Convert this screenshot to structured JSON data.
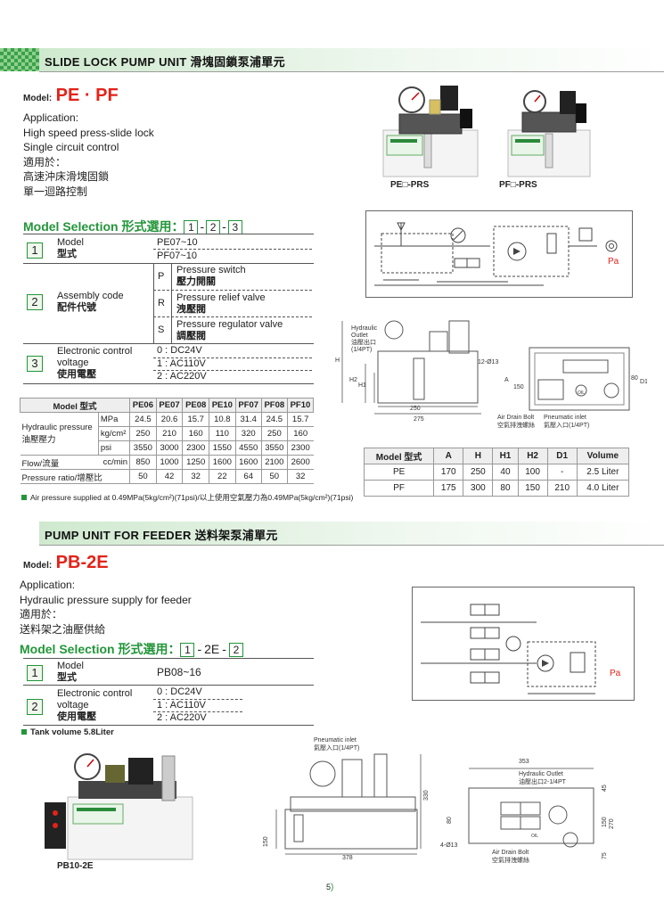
{
  "section1": {
    "title": "SLIDE LOCK PUMP UNIT 滑塊固鎖泵浦單元",
    "model_label": "Model:",
    "model_value": "PE · PF",
    "application_lines": [
      "Application:",
      "High speed press-slide lock",
      "Single circuit control",
      "適用於：",
      "高速沖床滑塊固鎖",
      "單一迴路控制"
    ],
    "photo_captions": [
      "PE□-PRS",
      "PF□-PRS"
    ],
    "model_selection": {
      "title": "Model Selection 形式選用：",
      "boxes": [
        "1",
        "2",
        "3"
      ],
      "sep": "-",
      "rows": [
        {
          "num": "1",
          "label": [
            "Model",
            "型式"
          ],
          "options": [
            "PE07~10",
            "PF07~10"
          ]
        },
        {
          "num": "2",
          "label": [
            "Assembly code",
            "配件代號"
          ],
          "codes": [
            {
              "code": "P",
              "text": [
                "Pressure switch",
                "壓力開關"
              ]
            },
            {
              "code": "R",
              "text": [
                "Pressure relief valve",
                "洩壓閥"
              ]
            },
            {
              "code": "S",
              "text": [
                "Pressure regulator valve",
                "調壓閥"
              ]
            }
          ]
        },
        {
          "num": "3",
          "label": [
            "Electronic control",
            "voltage",
            "使用電壓"
          ],
          "options": [
            "0 : DC24V",
            "1 : AC110V",
            "2 : AC220V"
          ]
        }
      ]
    },
    "spec_table": {
      "header": [
        "Model 型式",
        "PE06",
        "PE07",
        "PE08",
        "PE10",
        "PF07",
        "PF08",
        "PF10"
      ],
      "hyd_label": [
        "Hydraulic pressure",
        "油壓壓力"
      ],
      "rows": [
        {
          "unit": "MPa",
          "values": [
            "24.5",
            "20.6",
            "15.7",
            "10.8",
            "31.4",
            "24.5",
            "15.7"
          ]
        },
        {
          "unit": "kg/cm²",
          "values": [
            "250",
            "210",
            "160",
            "110",
            "320",
            "250",
            "160"
          ]
        },
        {
          "unit": "psi",
          "values": [
            "3550",
            "3000",
            "2300",
            "1550",
            "4550",
            "3550",
            "2300"
          ]
        }
      ],
      "flow": {
        "label": "Flow/流量",
        "unit": "cc/min",
        "values": [
          "850",
          "1000",
          "1250",
          "1600",
          "1600",
          "2100",
          "2600"
        ]
      },
      "ratio": {
        "label": "Pressure ratio/增壓比",
        "values": [
          "50",
          "42",
          "32",
          "22",
          "64",
          "50",
          "32"
        ]
      }
    },
    "note": "Air pressure supplied at 0.49MPa(5kg/cm²)(71psi)/以上使用空氣壓力為0.49MPa(5kg/cm²)(71psi)",
    "dim_table": {
      "header": [
        "Model 型式",
        "A",
        "H",
        "H1",
        "H2",
        "D1",
        "Volume"
      ],
      "rows": [
        [
          "PE",
          "170",
          "250",
          "40",
          "100",
          "-",
          "2.5 Liter"
        ],
        [
          "PF",
          "175",
          "300",
          "80",
          "150",
          "210",
          "4.0 Liter"
        ]
      ]
    },
    "drawing_labels": {
      "hydraulic_outlet": [
        "Hydraulic",
        "Outlet",
        "油壓出口",
        "(1/4PT)"
      ],
      "h": "H",
      "h2": "H2",
      "h1": "H1",
      "dim_250": "250",
      "dim_275": "275",
      "bolt": "12-Ø13",
      "a": "A",
      "dim_150": "150",
      "dim_80": "80",
      "d1": "D1",
      "oil": "OIL",
      "air_drain": [
        "Air Drain Bolt",
        "空氣排洩螺絲"
      ],
      "pneumatic_inlet": [
        "Pneumatic inlet",
        "氣壓入口(1/4PT)"
      ],
      "pa": "Pa"
    }
  },
  "section2": {
    "title": "PUMP UNIT FOR FEEDER  送料架泵浦單元",
    "model_label": "Model:",
    "model_value": "PB-2E",
    "application_lines": [
      "Application:",
      "Hydraulic pressure supply for feeder",
      "適用於：",
      "送料架之油壓供給"
    ],
    "model_selection": {
      "title": "Model Selection 形式選用：",
      "box1": "1",
      "mid": "2E",
      "box2": "2",
      "sep": "-",
      "rows": [
        {
          "num": "1",
          "label": [
            "Model",
            "型式"
          ],
          "options": [
            "PB08~16"
          ]
        },
        {
          "num": "2",
          "label": [
            "Electronic control",
            "voltage",
            "使用電壓"
          ],
          "options": [
            "0 : DC24V",
            "1 : AC110V",
            "2 : AC220V"
          ]
        }
      ]
    },
    "tank_note": "Tank volume 5.8Liter",
    "photo_caption": "PB10-2E",
    "drawing_labels": {
      "pneumatic_inlet": [
        "Pneumatic inlet",
        "氣壓入口(1/4PT)"
      ],
      "dim_330": "330",
      "dim_150": "150",
      "dim_378": "378",
      "dim_353": "353",
      "hyd_outlet": [
        "Hydraulic Outlet",
        "油壓出口2-1/4PT"
      ],
      "dim_45": "45",
      "dim_150b": "150",
      "dim_270": "270",
      "dim_75": "75",
      "dim_80": "80",
      "bolt": "4-Ø13",
      "air_drain": [
        "Air Drain Bolt",
        "空氣排洩螺絲"
      ],
      "oil": "OIL",
      "pa": "Pa"
    }
  },
  "page_number": "5"
}
